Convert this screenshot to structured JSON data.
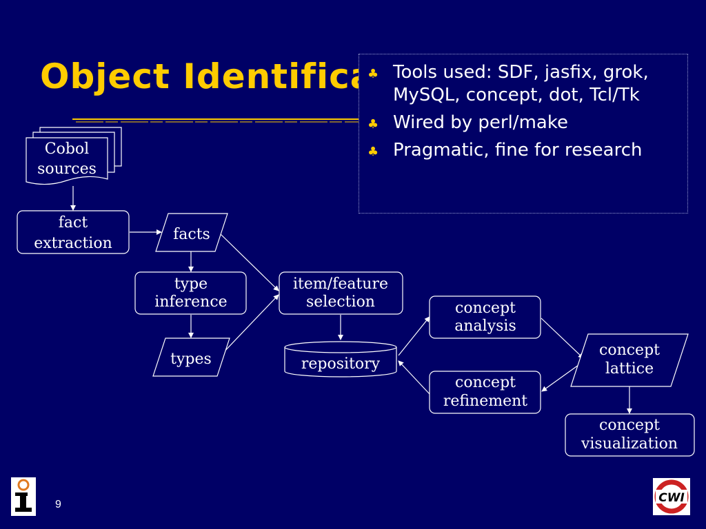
{
  "slide": {
    "title": "Object Identification",
    "page_number": "9"
  },
  "bullets": [
    {
      "icon": "club-bullet-icon",
      "text": "Tools used: SDF, jasfix, grok, MySQL, concept, dot, Tcl/Tk"
    },
    {
      "icon": "club-bullet-icon",
      "text": "Wired by perl/make"
    },
    {
      "icon": "club-bullet-icon",
      "text": "Pragmatic, fine for research"
    }
  ],
  "diagram": {
    "cobol_sources": [
      "Cobol",
      "sources"
    ],
    "fact_extraction": [
      "fact",
      "extraction"
    ],
    "facts": "facts",
    "type_inference": [
      "type",
      "inference"
    ],
    "types": "types",
    "item_feature_selection": [
      "item/feature",
      "selection"
    ],
    "repository": "repository",
    "concept_analysis": [
      "concept",
      "analysis"
    ],
    "concept_refinement": [
      "concept",
      "refinement"
    ],
    "concept_lattice": [
      "concept",
      "lattice"
    ],
    "concept_visualization": [
      "concept",
      "visualization"
    ]
  },
  "logos": {
    "left": "institute-logo",
    "right": "CWI"
  },
  "colors": {
    "background": "#000066",
    "title": "#ffcc00",
    "bullet": "#ffcc00",
    "text": "#ffffff"
  }
}
